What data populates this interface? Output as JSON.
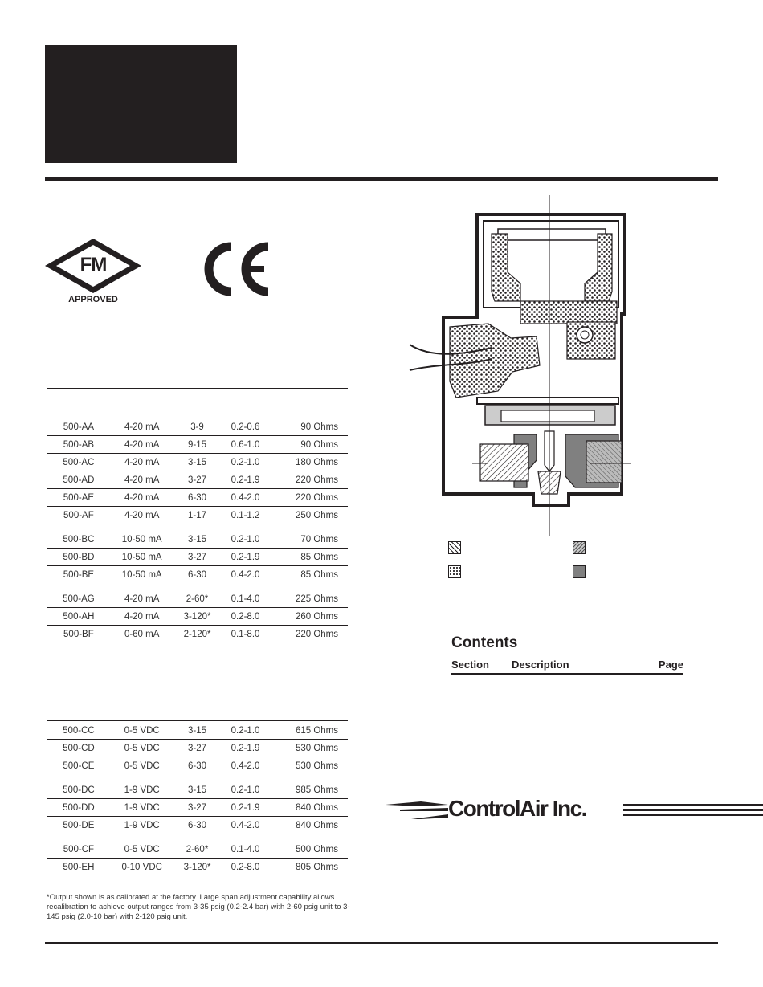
{
  "logos": {
    "fm_mark": "FM",
    "fm_caption": "APPROVED",
    "ce_mark": "CE",
    "company": "ControlAir Inc."
  },
  "current_table": [
    {
      "model": "500-AA",
      "input": "4-20 mA",
      "psig": "3-9",
      "bar": "0.2-0.6",
      "impedance": "90 Ohms"
    },
    {
      "model": "500-AB",
      "input": "4-20 mA",
      "psig": "9-15",
      "bar": "0.6-1.0",
      "impedance": "90 Ohms"
    },
    {
      "model": "500-AC",
      "input": "4-20 mA",
      "psig": "3-15",
      "bar": "0.2-1.0",
      "impedance": "180 Ohms"
    },
    {
      "model": "500-AD",
      "input": "4-20 mA",
      "psig": "3-27",
      "bar": "0.2-1.9",
      "impedance": "220 Ohms"
    },
    {
      "model": "500-AE",
      "input": "4-20 mA",
      "psig": "6-30",
      "bar": "0.4-2.0",
      "impedance": "220 Ohms"
    },
    {
      "model": "500-AF",
      "input": "4-20 mA",
      "psig": "1-17",
      "bar": "0.1-1.2",
      "impedance": "250 Ohms"
    },
    {
      "model": "500-BC",
      "input": "10-50 mA",
      "psig": "3-15",
      "bar": "0.2-1.0",
      "impedance": "70 Ohms"
    },
    {
      "model": "500-BD",
      "input": "10-50 mA",
      "psig": "3-27",
      "bar": "0.2-1.9",
      "impedance": "85 Ohms"
    },
    {
      "model": "500-BE",
      "input": "10-50 mA",
      "psig": "6-30",
      "bar": "0.4-2.0",
      "impedance": "85 Ohms"
    },
    {
      "model": "500-AG",
      "input": "4-20 mA",
      "psig": "2-60*",
      "bar": "0.1-4.0",
      "impedance": "225 Ohms"
    },
    {
      "model": "500-AH",
      "input": "4-20 mA",
      "psig": "3-120*",
      "bar": "0.2-8.0",
      "impedance": "260 Ohms"
    },
    {
      "model": "500-BF",
      "input": "0-60 mA",
      "psig": "2-120*",
      "bar": "0.1-8.0",
      "impedance": "220 Ohms"
    }
  ],
  "voltage_table": [
    {
      "model": "500-CC",
      "input": "0-5 VDC",
      "psig": "3-15",
      "bar": "0.2-1.0",
      "impedance": "615 Ohms"
    },
    {
      "model": "500-CD",
      "input": "0-5 VDC",
      "psig": "3-27",
      "bar": "0.2-1.9",
      "impedance": "530 Ohms"
    },
    {
      "model": "500-CE",
      "input": "0-5 VDC",
      "psig": "6-30",
      "bar": "0.4-2.0",
      "impedance": "530 Ohms"
    },
    {
      "model": "500-DC",
      "input": "1-9 VDC",
      "psig": "3-15",
      "bar": "0.2-1.0",
      "impedance": "985 Ohms"
    },
    {
      "model": "500-DD",
      "input": "1-9 VDC",
      "psig": "3-27",
      "bar": "0.2-1.9",
      "impedance": "840 Ohms"
    },
    {
      "model": "500-DE",
      "input": "1-9 VDC",
      "psig": "6-30",
      "bar": "0.4-2.0",
      "impedance": "840 Ohms"
    },
    {
      "model": "500-CF",
      "input": "0-5 VDC",
      "psig": "2-60*",
      "bar": "0.1-4.0",
      "impedance": "500 Ohms"
    },
    {
      "model": "500-EH",
      "input": "0-10 VDC",
      "psig": "3-120*",
      "bar": "0.2-8.0",
      "impedance": "805 Ohms"
    }
  ],
  "footnote": "*Output shown is as calibrated at the factory. Large span adjustment capability allows recalibration to achieve output ranges from 3-35 psig (0.2-2.4 bar) with 2-60 psig unit to 3-145 psig (2.0-10 bar) with 2-120 psig unit.",
  "contents": {
    "title": "Contents",
    "col_section": "Section",
    "col_description": "Description",
    "col_page": "Page"
  },
  "legend": [
    {
      "icon": "diagonal-hatch-swatch"
    },
    {
      "icon": "fine-hatch-swatch"
    },
    {
      "icon": "dotted-pattern-swatch"
    },
    {
      "icon": "solid-gray-swatch"
    }
  ]
}
